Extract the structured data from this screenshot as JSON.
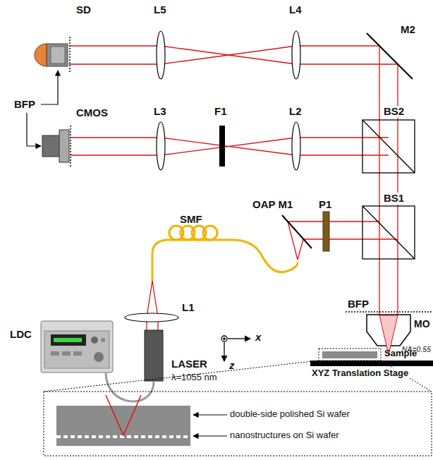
{
  "diagram": {
    "labels": [
      "SD",
      "L5",
      "L4",
      "M2",
      "BFP",
      "CMOS",
      "L3",
      "F1",
      "L2",
      "BS2",
      "SMF",
      "OAP M1",
      "P1",
      "BS1",
      "L1",
      "LDC",
      "LASER",
      "λ=1055 nm",
      "x",
      "z",
      "BFP",
      "MO",
      "NA=0.55",
      "Sample",
      "XYZ Translation Stage",
      "double-side polished Si wafer",
      "nanostructures on Si wafer"
    ]
  }
}
